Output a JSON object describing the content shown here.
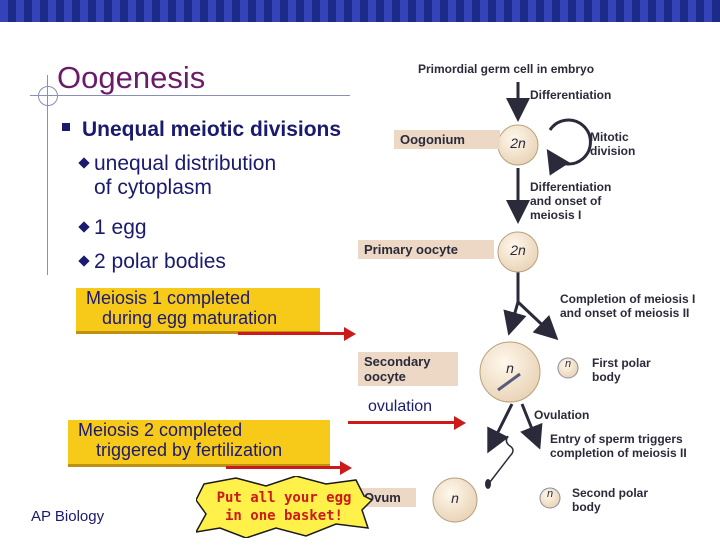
{
  "slide": {
    "title": "Oogenesis",
    "bullet": "Unequal meiotic divisions",
    "sub_bullets": [
      "unequal distribution of cytoplasm",
      "1 egg",
      "2 polar bodies"
    ],
    "sub_bullet_line1": "unequal distribution",
    "sub_bullet_line2": "of cytoplasm",
    "sub_bullet_2": "1 egg",
    "sub_bullet_3": "2 polar bodies",
    "callout_1_line1": "Meiosis 1 completed",
    "callout_1_line2": "during egg maturation",
    "callout_2_line1": "Meiosis 2 completed",
    "callout_2_line2": "triggered by fertilization",
    "ovulation_label": "ovulation",
    "burst_line1": "Put all your egg",
    "burst_line2": "in one basket!",
    "footer": "AP Biology"
  },
  "diagram": {
    "primordial": "Primordial germ cell in embryo",
    "differentiation": "Differentiation",
    "oogonium": "Oogonium",
    "ploidy_2n": "2n",
    "ploidy_n": "n",
    "mitotic_1": "Mitotic",
    "mitotic_2": "division",
    "diff_meiosis_1": "Differentiation",
    "diff_meiosis_2": "and onset of",
    "diff_meiosis_3": "meiosis I",
    "primary_oocyte": "Primary oocyte",
    "completion_1": "Completion of meiosis I",
    "completion_2": "and onset of meiosis II",
    "secondary_1": "Secondary",
    "secondary_2": "oocyte",
    "first_polar_1": "First polar",
    "first_polar_2": "body",
    "ovulation": "Ovulation",
    "sperm_1": "Entry of sperm triggers",
    "sperm_2": "completion of meiosis II",
    "ovum": "Ovum",
    "second_polar_1": "Second polar",
    "second_polar_2": "body"
  },
  "colors": {
    "title": "#6a1b6a",
    "text": "#1a1a6e",
    "callout_fill": "#f7c919",
    "arrow": "#cc1a1a",
    "header_bar": "#1d2a8a",
    "cell_fill": "#f3e6d0"
  }
}
